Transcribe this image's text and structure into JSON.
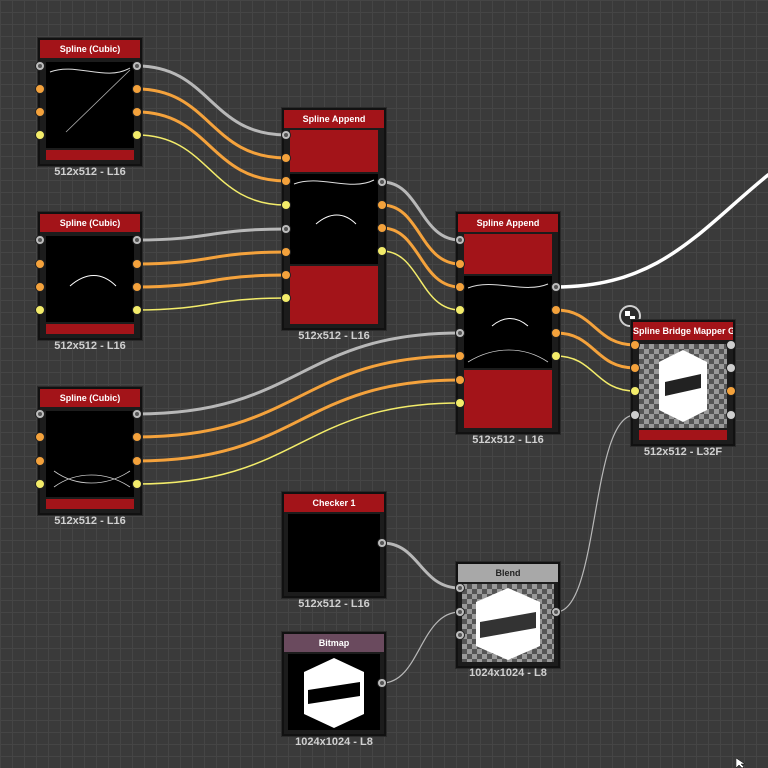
{
  "nodes": {
    "spline_cubic_1": {
      "title": "Spline (Cubic)",
      "caption": "512x512 - L16"
    },
    "spline_cubic_2": {
      "title": "Spline (Cubic)",
      "caption": "512x512 - L16"
    },
    "spline_cubic_3": {
      "title": "Spline (Cubic)",
      "caption": "512x512 - L16"
    },
    "spline_append_1": {
      "title": "Spline Append",
      "caption": "512x512 - L16"
    },
    "spline_append_2": {
      "title": "Spline Append",
      "caption": "512x512 - L16"
    },
    "bridge_mapper": {
      "title": "Spline Bridge Mapper G...",
      "caption": "512x512 - L32F"
    },
    "checker": {
      "title": "Checker 1",
      "caption": "512x512 - L16"
    },
    "bitmap": {
      "title": "Bitmap",
      "caption": "1024x1024 - L8"
    },
    "blend": {
      "title": "Blend",
      "caption": "1024x1024 - L8"
    }
  },
  "colors": {
    "node_title_red": "#a31419",
    "wire_gray": "#b8b8b8",
    "wire_orange": "#f4a23c",
    "wire_yellow": "#f3ec6a",
    "wire_white": "#ffffff"
  },
  "icons": [
    "checker-badge-icon",
    "cursor-icon",
    "s-logo-icon"
  ]
}
